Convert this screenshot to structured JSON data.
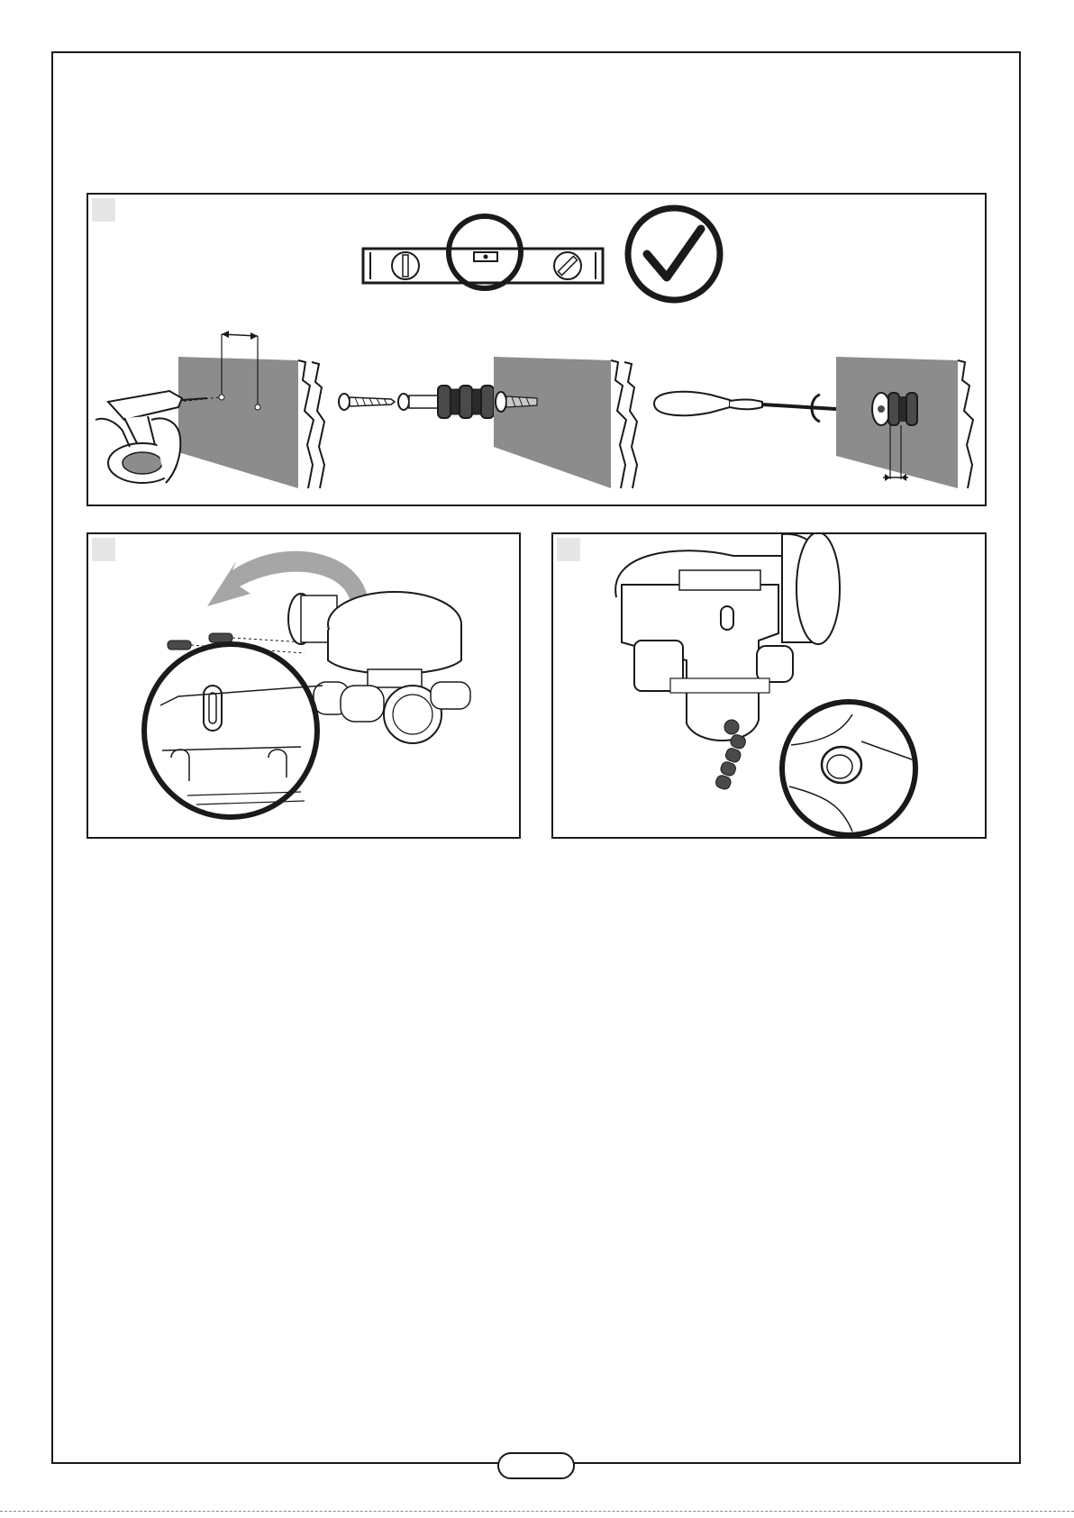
{
  "page": {
    "page_number": ""
  },
  "steps": [
    {
      "badge": "",
      "illustrations": [
        "spirit-level",
        "check-mark",
        "drill-wall",
        "screw-kit",
        "screwdriver-mount"
      ]
    },
    {
      "badge": "",
      "illustrations": [
        "rotate-arrow",
        "ventilation-unit-side",
        "keyhole-detail-zoom"
      ]
    },
    {
      "badge": "",
      "illustrations": [
        "ventilation-unit-bottom",
        "screw-hole-detail-zoom"
      ]
    }
  ],
  "colors": {
    "line": "#1a1a1a",
    "wall": "#8c8c8c",
    "badge": "#e6e6e6",
    "arrow": "#a6a6a6"
  }
}
